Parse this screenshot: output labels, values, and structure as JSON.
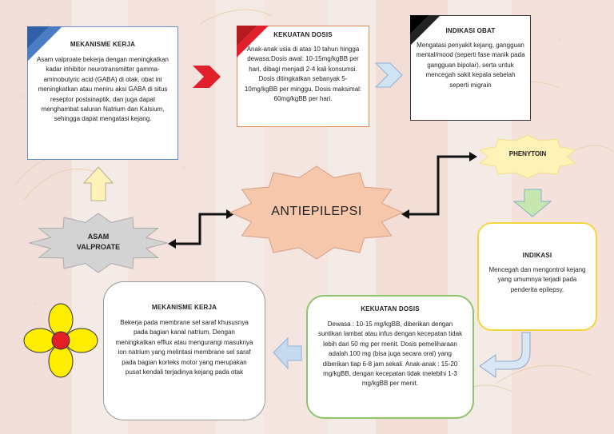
{
  "center": {
    "label": "ANTIEPILEPSI"
  },
  "left_drug": {
    "label_line1": "ASAM",
    "label_line2": "VALPROATE"
  },
  "right_drug": {
    "label": "PHENYTOIN"
  },
  "valproate": {
    "mekanisme": {
      "title": "MEKANISME KERJA",
      "text": "Asam valproate bekerja dengan meningkatkan kadar inhibitor neurotransmitter gamma-aminobutyric acid (GABA) di otak, obat ini meningkatkan atau meniru aksi GABA di situs reseptor postsinaptik, dan juga dapat menghambat saluran Natrium dan Kalsium, sehingga dapat mengatasi kejang."
    },
    "kekuatan": {
      "title": "KEKUATAN DOSIS",
      "text": "Anak-anak usia di atas 10 tahun hingga dewasa:Dosis awal: 10-15mg/kgBB per hari, dibagi menjadi 2-4 kali konsumsi. Dosis ditingkatkan sebanyak 5-10mg/kgBB per minggu. Dosis maksimal: 60mg/kgBB per hari."
    },
    "indikasi": {
      "title": "INDIKASI OBAT",
      "text": "Mengatasi penyakit kejang, gangguan mental/mood (seperti fase manik pada gangguan bipolar), serta untuk mencegah sakit kepala sebelah seperti migrain"
    }
  },
  "phenytoin": {
    "indikasi": {
      "title": "INDIKASI",
      "text": "Mencegah dan mengontrol kejang yang umumnya terjadi pada penderita epilepsy."
    },
    "kekuatan": {
      "title": "KEKUATAN DOSIS",
      "text": "Dewasa : 10-15 mg/kgBB, diberikan dengan suntikan lambat atau infus dengan kecepatan tidak lebih dari 50 mg per menit. Dosis pemeliharaan adalah 100 mg (bisa juga secara oral) yang diberikan tiap 6-8 jam sekali. Anak-anak : 15-20 mg/kgBB, dengan kecepatan tidak melebihi 1-3 mg/kgBB per menit."
    },
    "mekanisme": {
      "title": "MEKANISME KERJA",
      "text": "Bekerja pada membrane sel saraf khususnya pada bagian kanal natrium. Dengan meningkatkan efflux atau mengurangi masuknya ion natrium yang melintasi membrane sel saraf pada bagian korteks motor yang merupakan pusat kendali terjadinya kejang pada otak"
    }
  },
  "colors": {
    "blue_accent": "#3f6fb6",
    "red_accent": "#e0202a",
    "center_fill": "#f6c7aa",
    "gray_star": "#d0d0d0",
    "flower_petal": "#ffee00",
    "flower_center": "#e41e26",
    "green_border": "#8ec56c",
    "yellow_border": "#f5d53d"
  }
}
